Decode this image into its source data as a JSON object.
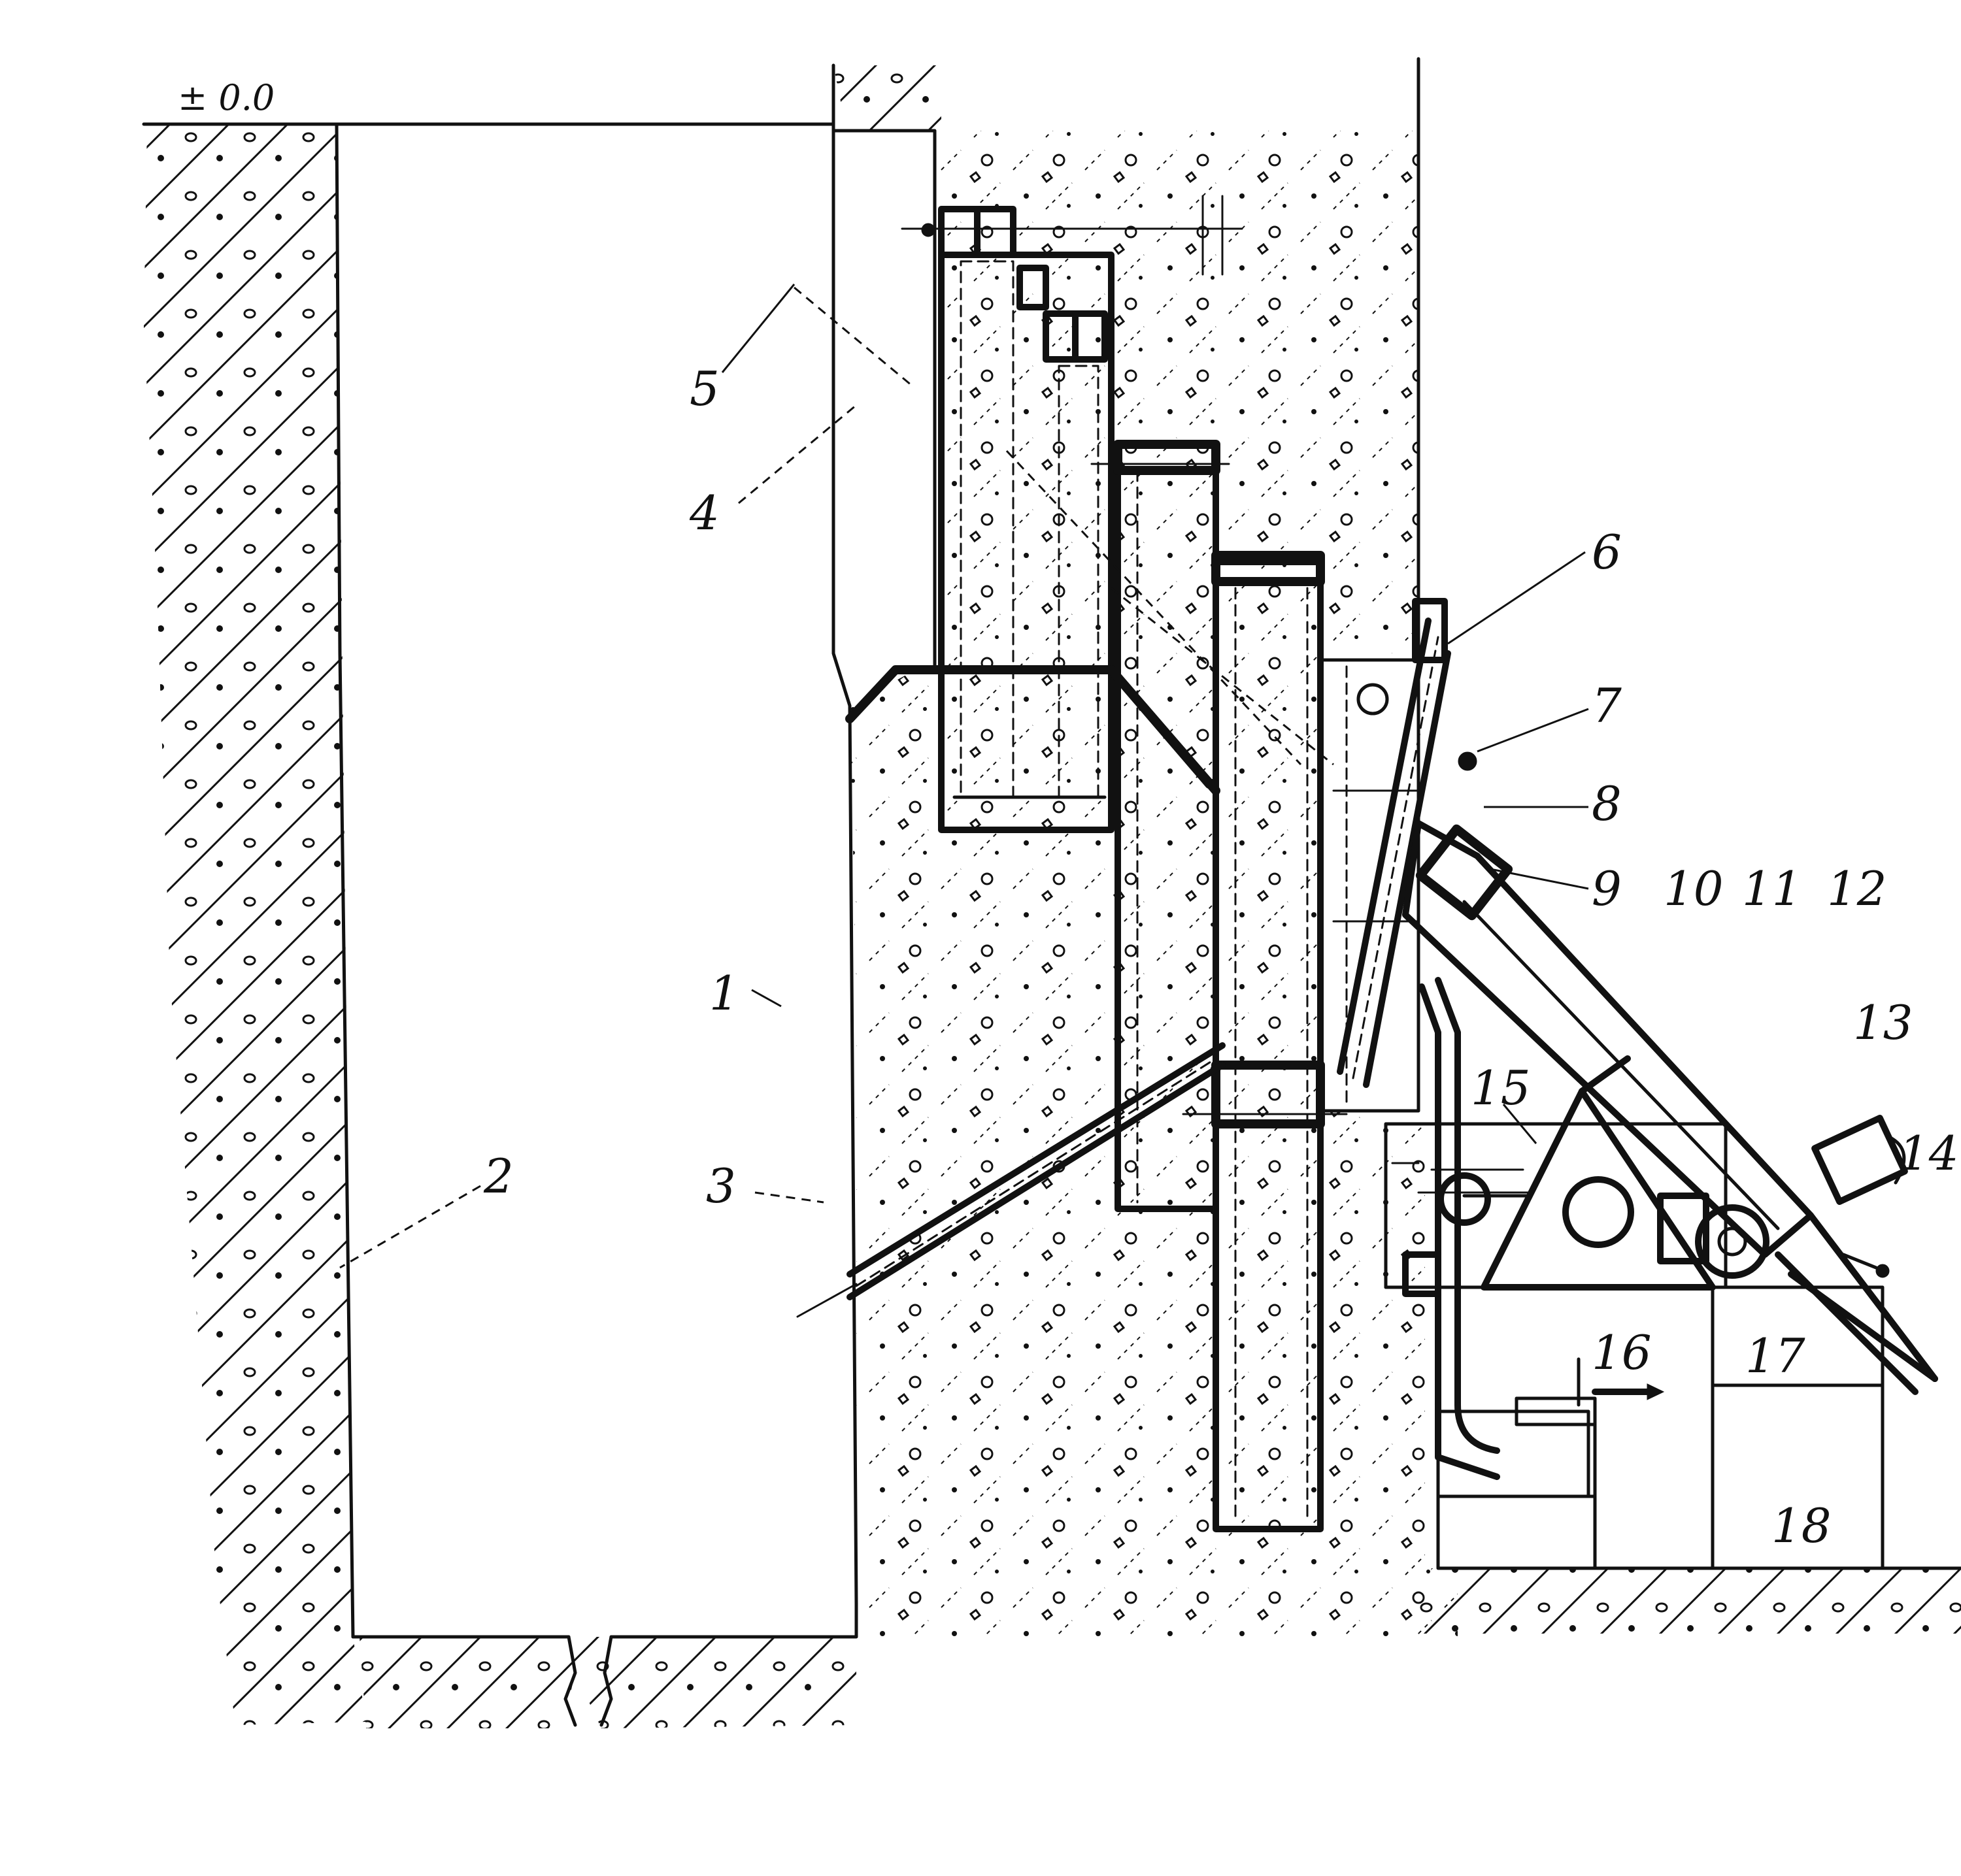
{
  "level_mark": "± 0.0",
  "callouts": [
    {
      "id": "1",
      "label": "1"
    },
    {
      "id": "2",
      "label": "2"
    },
    {
      "id": "3",
      "label": "3"
    },
    {
      "id": "4",
      "label": "4"
    },
    {
      "id": "5",
      "label": "5"
    },
    {
      "id": "6",
      "label": "6"
    },
    {
      "id": "7",
      "label": "7"
    },
    {
      "id": "8",
      "label": "8"
    },
    {
      "id": "9",
      "label": "9"
    },
    {
      "id": "10",
      "label": "10"
    },
    {
      "id": "11",
      "label": "11"
    },
    {
      "id": "12",
      "label": "12"
    },
    {
      "id": "13",
      "label": "13"
    },
    {
      "id": "14",
      "label": "14"
    },
    {
      "id": "15",
      "label": "15"
    },
    {
      "id": "16",
      "label": "16"
    },
    {
      "id": "17",
      "label": "17"
    },
    {
      "id": "18",
      "label": "18"
    }
  ]
}
